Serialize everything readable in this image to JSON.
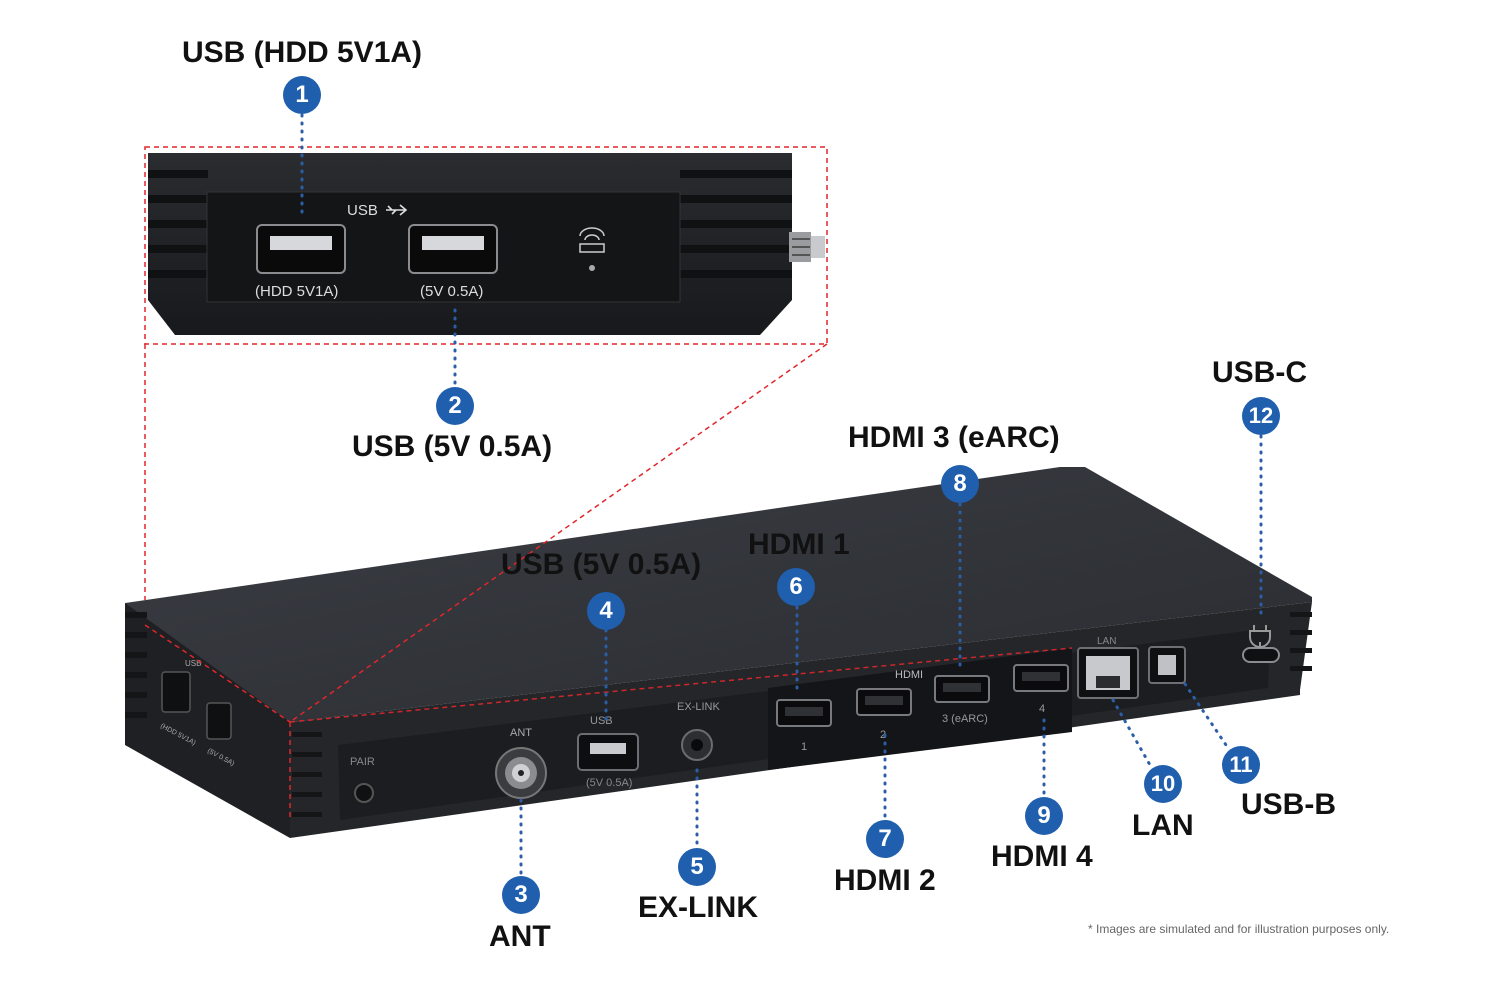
{
  "inset": {
    "usb_logo": "USB",
    "port1_caption": "(HDD 5V1A)",
    "port2_caption": "(5V 0.5A)"
  },
  "device": {
    "pair_label": "PAIR",
    "ant_label": "ANT",
    "usb_label": "USB",
    "usb_caption": "(5V 0.5A)",
    "exlink_label": "EX-LINK",
    "hdmi_group_label": "HDMI",
    "hdmi_numbers": [
      "1",
      "2",
      "3 (eARC)",
      "4"
    ],
    "lan_label": "LAN",
    "side_usb_logo": "USB",
    "side_usb1_caption": "(HDD 5V1A)",
    "side_usb2_caption": "(5V 0.5A)"
  },
  "callouts": [
    {
      "num": "1",
      "label": "USB (HDD 5V1A)"
    },
    {
      "num": "2",
      "label": "USB (5V 0.5A)"
    },
    {
      "num": "3",
      "label": "ANT"
    },
    {
      "num": "4",
      "label": "USB (5V 0.5A)"
    },
    {
      "num": "5",
      "label": "EX-LINK"
    },
    {
      "num": "6",
      "label": "HDMI 1"
    },
    {
      "num": "7",
      "label": "HDMI 2"
    },
    {
      "num": "8",
      "label": "HDMI 3 (eARC)"
    },
    {
      "num": "9",
      "label": "HDMI 4"
    },
    {
      "num": "10",
      "label": "LAN"
    },
    {
      "num": "11",
      "label": "USB-B"
    },
    {
      "num": "12",
      "label": "USB-C"
    }
  ],
  "disclaimer": "* Images are simulated and for illustration purposes only.",
  "colors": {
    "badge": "#1f5fae",
    "leader": "#2a5fa8",
    "zoom_frame": "#e0262b",
    "device_body": "#2e3035",
    "device_panel": "#1a1c20"
  }
}
